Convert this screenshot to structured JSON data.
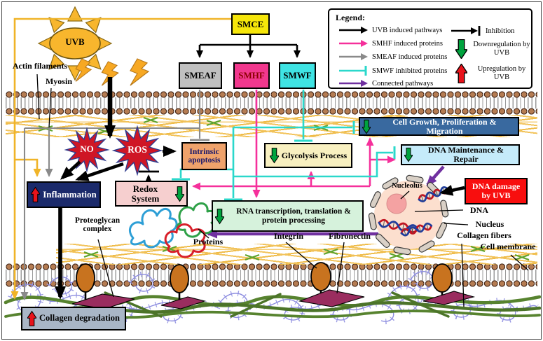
{
  "legend": {
    "title": "Legend:",
    "left_items": [
      {
        "label": "UVB induced pathways",
        "type": "arrow",
        "color": "#000000"
      },
      {
        "label": "SMHF induced proteins",
        "type": "arrow",
        "color": "#F5309B"
      },
      {
        "label": "SMEAF induced proteins",
        "type": "arrow",
        "color": "#8A8A8A"
      },
      {
        "label": "SMWF inhibited proteins",
        "type": "tbar",
        "color": "#2BD8CB"
      },
      {
        "label": "Connected pathways",
        "type": "arrow",
        "color": "#7030A0"
      }
    ],
    "right_items": [
      {
        "label": "Inhibition",
        "type": "inhibition",
        "color": "#000000"
      },
      {
        "label": "Downregulation by UVB",
        "type": "block_down",
        "color": "#00A33E"
      },
      {
        "label": "Upregulation by UVB",
        "type": "block_up",
        "color": "#E8131B"
      }
    ]
  },
  "sources": {
    "sun": "UVB",
    "smce": "SMCE",
    "smeaf": "SMEAF",
    "smhf": "SMHF",
    "smwf": "SMWF"
  },
  "signals": {
    "no": "NO",
    "ros": "ROS"
  },
  "process_boxes": {
    "inflammation": {
      "label": "Inflammation",
      "regulation": "up"
    },
    "redox_system": {
      "label": "Redox System",
      "regulation": "down"
    },
    "intrinsic_apoptosis": {
      "label": "Intrinsic apoptosis"
    },
    "glycolysis": {
      "label": "Glycolysis Process",
      "regulation": "down"
    },
    "cell_growth": {
      "label": "Cell Growth, Proliferation & Migration",
      "regulation": "down"
    },
    "dna_maintenance": {
      "label": "DNA Maintenance & Repair",
      "regulation": "down"
    },
    "dna_damage": {
      "label": "DNA damage by UVB"
    },
    "rna_processing": {
      "label": "RNA transcription, translation & protein processing",
      "regulation": "down"
    },
    "collagen_degradation": {
      "label": "Collagen degradation",
      "regulation": "up"
    }
  },
  "annotations": {
    "actin_filaments": "Actin filaments",
    "myosin": "Myosin",
    "proteoglycan_complex": "Proteoglycan complex",
    "proteins": "Proteins",
    "integrin": "Integrin",
    "fibronectin": "Fibronectin",
    "collagen_fibers": "Collagen fibers",
    "cell_membrane": "Cell membrane",
    "nucleolus": "Nucleolus",
    "dna": "DNA",
    "nucleus": "Nucleus"
  },
  "colors": {
    "uvb_pathway": "#000000",
    "smhf_pathway": "#F5309B",
    "smeaf_pathway": "#8A8A8A",
    "smwf_pathway": "#2BD8CB",
    "connected_pathway": "#7030A0",
    "uvb_energy_line": "#F0B428",
    "downregulation": "#00A33E",
    "upregulation": "#E8131B",
    "smce_fill": "#F6E60A",
    "smeaf_fill": "#C0C0C0",
    "smhf_fill": "#F2388E",
    "smwf_fill": "#3FE4E4",
    "inflammation_fill": "#1B2A6B",
    "redox_fill": "#F6CFCF",
    "intrinsic_fill": "#EFA26B",
    "glycolysis_fill": "#F8F0C0",
    "cell_growth_fill": "#39699F",
    "dna_maintenance_fill": "#C5EBFA",
    "dna_damage_fill": "#F80E0E",
    "rna_fill": "#D6F2DC",
    "collagen_degradation_fill": "#A9B6C6",
    "nucleus_fill": "#FCDFCE",
    "nucleolus_fill": "#F4A2A2",
    "starburst_fill": "#CF1625"
  }
}
